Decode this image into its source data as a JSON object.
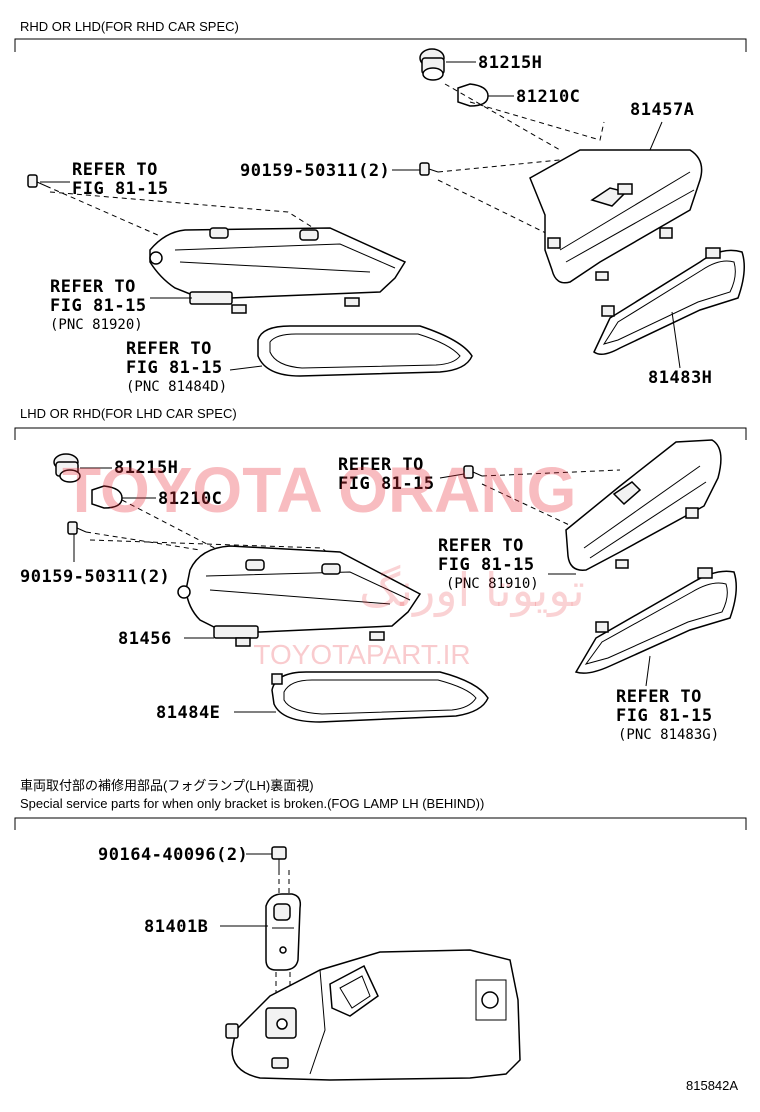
{
  "sections": {
    "rhd": {
      "title": "RHD OR LHD(FOR RHD CAR SPEC)"
    },
    "lhd": {
      "title": "LHD OR RHD(FOR LHD CAR SPEC)"
    },
    "bracket": {
      "title_jp": "車両取付部の補修用部品(フォグランプ(LH)裏面視)",
      "title_en": "Special service parts for when only bracket is broken.(FOG LAMP LH (BEHIND))"
    }
  },
  "rhd_labels": {
    "bulb_socket": "81215H",
    "bulb": "81210C",
    "lamp_rh": "81457A",
    "screw": "90159-50311(2)",
    "refer_screw_1": "REFER TO",
    "refer_screw_2": "FIG 81-15",
    "refer_lamp_1": "REFER TO",
    "refer_lamp_2": "FIG 81-15",
    "refer_lamp_pnc": "(PNC 81920)",
    "refer_cover_1": "REFER TO",
    "refer_cover_2": "FIG 81-15",
    "refer_cover_pnc": "(PNC 81484D)",
    "cover_rh": "81483H"
  },
  "lhd_labels": {
    "bulb_socket": "81215H",
    "bulb": "81210C",
    "screw": "90159-50311(2)",
    "lamp_lh": "81456",
    "cover_lh": "81484E",
    "refer_screw_1": "REFER TO",
    "refer_screw_2": "FIG 81-15",
    "refer_lamp_1": "REFER TO",
    "refer_lamp_2": "FIG 81-15",
    "refer_lamp_pnc": "(PNC 81910)",
    "refer_cover_1": "REFER TO",
    "refer_cover_2": "FIG 81-15",
    "refer_cover_pnc": "(PNC 81483G)"
  },
  "bracket_labels": {
    "screw": "90164-40096(2)",
    "bracket": "81401B"
  },
  "watermark": {
    "line1": "TOYOTA ORANG",
    "line2": "تویوتا اورنگ",
    "line3": "TOYOTAPART.IR",
    "color": "#e8303a"
  },
  "figure_number": "815842A"
}
